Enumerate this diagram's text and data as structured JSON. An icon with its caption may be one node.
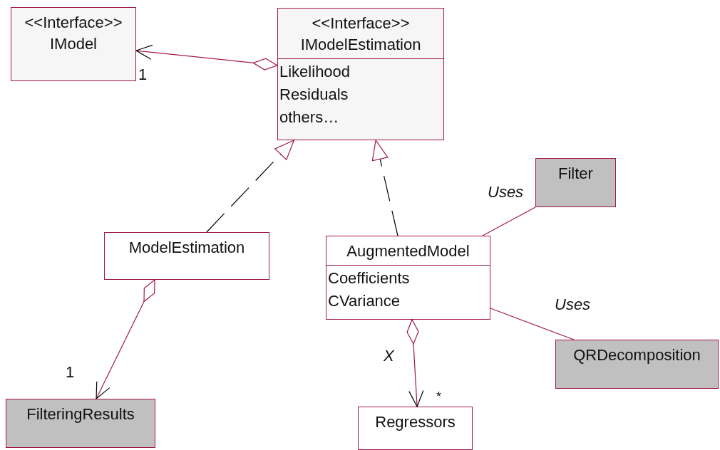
{
  "diagram": {
    "nodes": [
      {
        "text": [
          "<<Interface>>",
          "IModel"
        ]
      },
      {
        "text": [
          "<<Interface>>",
          "IModelEstimation",
          "Likelihood",
          "Residuals",
          "others…"
        ]
      },
      {
        "text": [
          "ModelEstimation"
        ]
      },
      {
        "text": [
          "AugmentedModel",
          "Coefficients",
          "CVariance"
        ]
      },
      {
        "text": [
          "Filter"
        ]
      },
      {
        "text": [
          "QRDecomposition"
        ]
      },
      {
        "text": [
          "FilteringResults"
        ]
      },
      {
        "text": [
          "Regressors"
        ]
      }
    ],
    "edges": [
      {
        "from": 1,
        "to": 0,
        "arrow": "to",
        "label": "1"
      },
      {
        "from": 2,
        "to": 1,
        "arrow": "to",
        "style": "dashed",
        "color": "#000000"
      },
      {
        "from": 3,
        "to": 1,
        "arrow": "to",
        "style": "dashed",
        "color": "#000000"
      },
      {
        "from": 3,
        "to": 4,
        "arrow": "none",
        "label": "Uses"
      },
      {
        "from": 3,
        "to": 5,
        "arrow": "none",
        "label": "Uses"
      },
      {
        "from": 2,
        "to": 6,
        "arrow": "to",
        "label": "1"
      },
      {
        "from": 3,
        "to": 7,
        "arrow": "to",
        "label": "X"
      }
    ],
    "labels": [
      "*"
    ]
  }
}
